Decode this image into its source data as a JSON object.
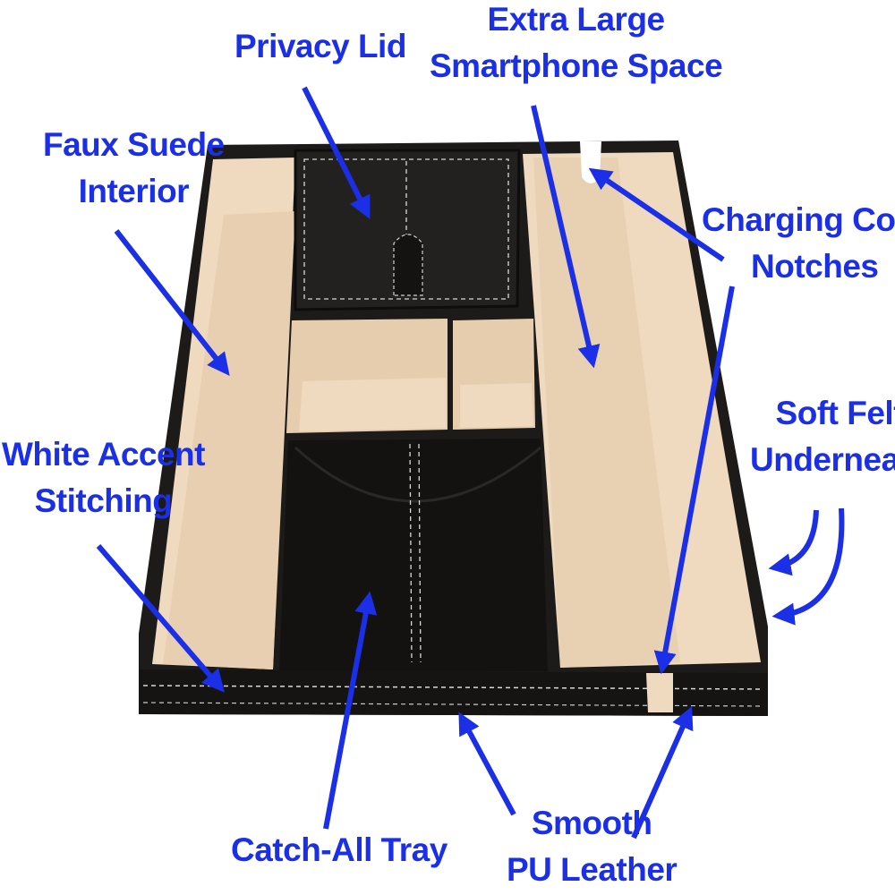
{
  "colors": {
    "label": "#1a2fe6",
    "leather": "#1c1a19",
    "suede": "#efd9bf",
    "stitching": "#d8d8d8"
  },
  "callouts": {
    "privacy_lid": [
      "Privacy Lid"
    ],
    "extra_large_space": [
      "Extra Large",
      "Smartphone Space"
    ],
    "faux_suede": [
      "Faux Suede",
      "Interior"
    ],
    "charging_cord": [
      "Charging Cord",
      "Notches"
    ],
    "soft_felt": [
      "Soft Felt",
      "Underneath"
    ],
    "white_accent": [
      "White Accent",
      "Stitching"
    ],
    "catch_all": [
      "Catch-All Tray"
    ],
    "pu_leather": [
      "Smooth",
      "PU Leather"
    ]
  }
}
